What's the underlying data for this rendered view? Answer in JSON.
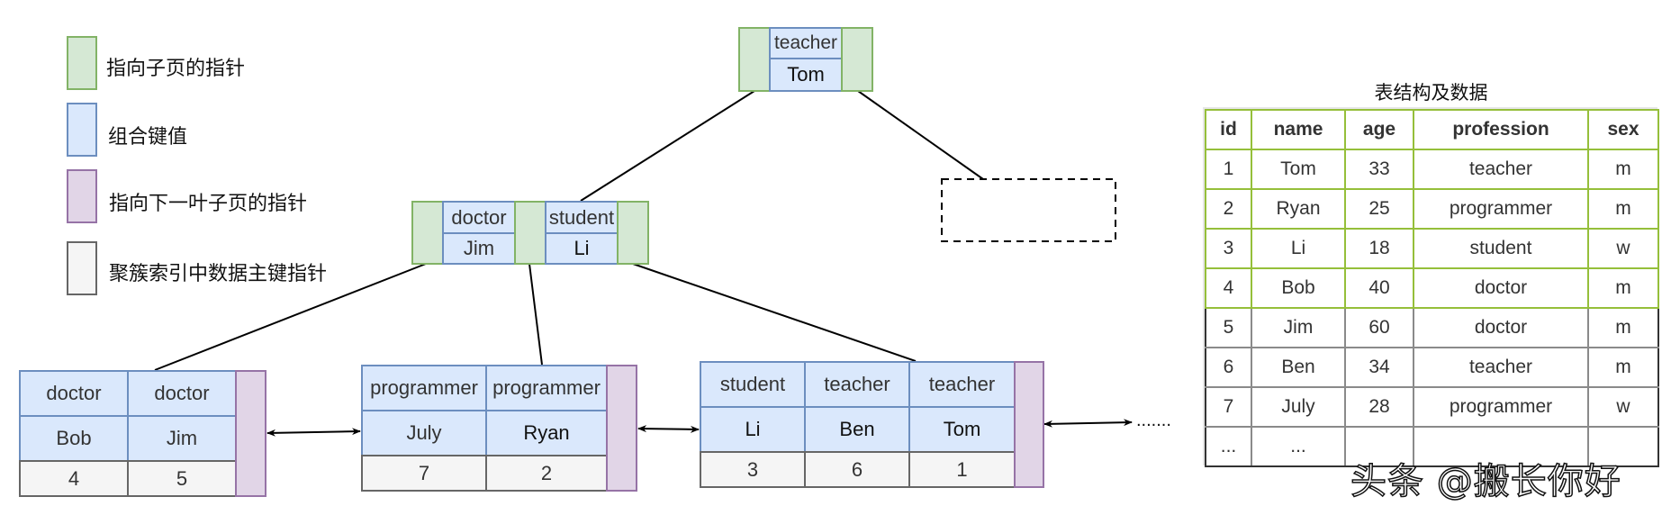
{
  "legend": [
    {
      "label": "指向子页的指针",
      "color": "#d5e8d4",
      "border": "#82b366"
    },
    {
      "label": "组合键值",
      "color": "#dae8fc",
      "border": "#6c8ebf"
    },
    {
      "label": "指向下一叶子页的指针",
      "color": "#e1d5e7",
      "border": "#9673a6"
    },
    {
      "label": "聚簇索引中数据主键指针",
      "color": "#f5f5f5",
      "border": "#666666"
    }
  ],
  "tree": {
    "root": {
      "keys": [
        {
          "profession": "teacher",
          "name": "Tom"
        }
      ]
    },
    "internal": {
      "keys": [
        {
          "profession": "doctor",
          "name": "Jim"
        },
        {
          "profession": "student",
          "name": "Li"
        }
      ]
    },
    "leaves": [
      {
        "entries": [
          {
            "profession": "doctor",
            "name": "Bob",
            "id": "4"
          },
          {
            "profession": "doctor",
            "name": "Jim",
            "id": "5"
          }
        ]
      },
      {
        "entries": [
          {
            "profession": "programmer",
            "name": "July",
            "id": "7"
          },
          {
            "profession": "programmer",
            "name": "Ryan",
            "id": "2"
          }
        ]
      },
      {
        "entries": [
          {
            "profession": "student",
            "name": "Li",
            "id": "3"
          },
          {
            "profession": "teacher",
            "name": "Ben",
            "id": "6"
          },
          {
            "profession": "teacher",
            "name": "Tom",
            "id": "1"
          }
        ]
      }
    ],
    "continuation": "......."
  },
  "table": {
    "title": "表结构及数据",
    "headers": [
      "id",
      "name",
      "age",
      "profession",
      "sex"
    ],
    "rows": [
      [
        "1",
        "Tom",
        "33",
        "teacher",
        "m"
      ],
      [
        "2",
        "Ryan",
        "25",
        "programmer",
        "m"
      ],
      [
        "3",
        "Li",
        "18",
        "student",
        "w"
      ],
      [
        "4",
        "Bob",
        "40",
        "doctor",
        "m"
      ],
      [
        "5",
        "Jim",
        "60",
        "doctor",
        "m"
      ],
      [
        "6",
        "Ben",
        "34",
        "teacher",
        "m"
      ],
      [
        "7",
        "July",
        "28",
        "programmer",
        "w"
      ],
      [
        "...",
        "...",
        "",
        "",
        ""
      ]
    ],
    "highlight_color": "#95bf3a"
  },
  "watermark": "头条 @搬长你好"
}
